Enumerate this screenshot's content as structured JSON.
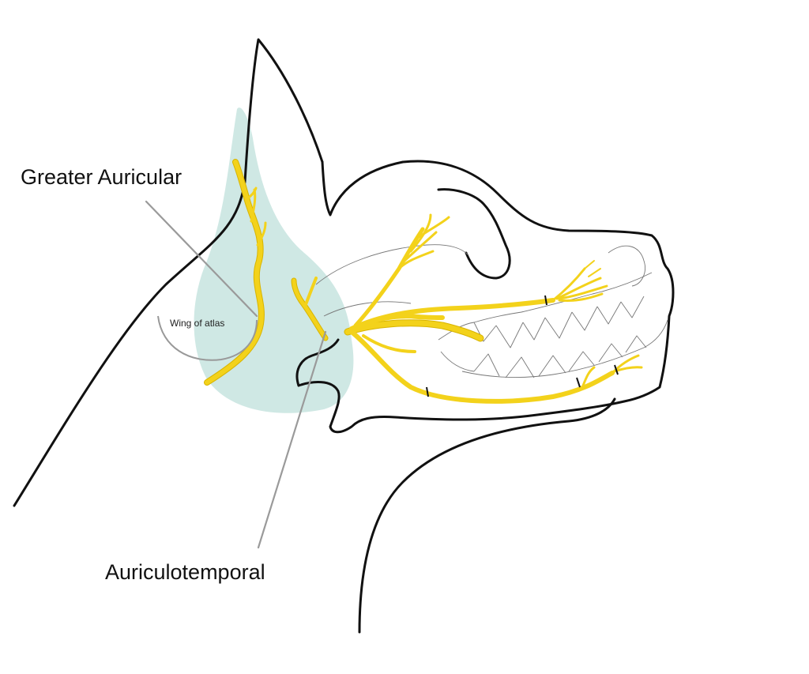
{
  "labels": {
    "greater_auricular": "Greater Auricular",
    "wing_of_atlas": "Wing of atlas",
    "auriculotemporal": "Auriculotemporal"
  },
  "colors": {
    "outline": "#111111",
    "nerve": "#f3d21b",
    "nerve_edge": "#d8b400",
    "block_area": "#cfe8e4",
    "needle": "#9a9a9a",
    "teeth": "#777777",
    "background": "#ffffff"
  }
}
